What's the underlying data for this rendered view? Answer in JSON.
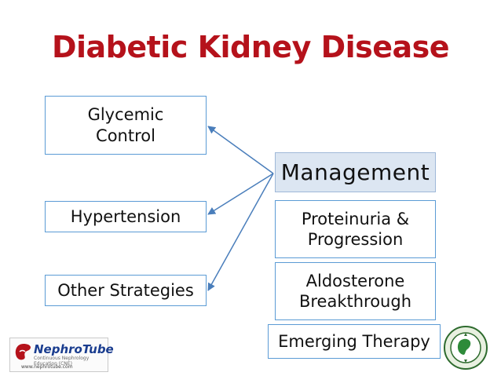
{
  "title": "Diabetic Kidney Disease",
  "left_boxes": {
    "glycemic": "Glycemic Control",
    "hypertension": "Hypertension",
    "other": "Other Strategies"
  },
  "management": "Management",
  "right_boxes": {
    "proteinuria": "Proteinuria & Progression",
    "aldosterone": "Aldosterone Breakthrough",
    "emerging": "Emerging Therapy"
  },
  "footer": {
    "logo_text": "NephroTube",
    "logo_subtitle": "Continuous Nephrology Education (CNE)",
    "logo_url": "www.nephrotube.com"
  },
  "colors": {
    "title": "#b5121b",
    "box_border": "#5b9bd5",
    "management_fill": "#dce6f2",
    "arrow": "#4a7ebb"
  }
}
